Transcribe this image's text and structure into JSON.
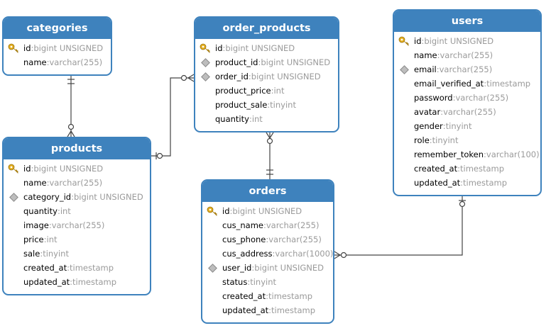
{
  "colors": {
    "header": "#3e82bd",
    "border": "#3e82bd",
    "line": "#444444",
    "key": "#e3ad1e",
    "type_text": "#9a9a9a"
  },
  "tables": {
    "categories": {
      "name": "categories",
      "fields": [
        {
          "name": "id",
          "type": "bigint UNSIGNED",
          "marker": "key-icon"
        },
        {
          "name": "name",
          "type": "varchar(255)",
          "marker": ""
        }
      ]
    },
    "order_products": {
      "name": "order_products",
      "fields": [
        {
          "name": "id",
          "type": "bigint UNSIGNED",
          "marker": "key-icon"
        },
        {
          "name": "product_id",
          "type": "bigint UNSIGNED",
          "marker": "foreign-key-diamond-icon"
        },
        {
          "name": "order_id",
          "type": "bigint UNSIGNED",
          "marker": "foreign-key-diamond-icon"
        },
        {
          "name": "product_price",
          "type": "int",
          "marker": ""
        },
        {
          "name": "product_sale",
          "type": "tinyint",
          "marker": ""
        },
        {
          "name": "quantity",
          "type": "int",
          "marker": ""
        }
      ]
    },
    "users": {
      "name": "users",
      "fields": [
        {
          "name": "id",
          "type": "bigint UNSIGNED",
          "marker": "key-icon"
        },
        {
          "name": "name",
          "type": "varchar(255)",
          "marker": ""
        },
        {
          "name": "email",
          "type": "varchar(255)",
          "marker": "foreign-key-diamond-icon"
        },
        {
          "name": "email_verified_at",
          "type": "timestamp",
          "marker": ""
        },
        {
          "name": "password",
          "type": "varchar(255)",
          "marker": ""
        },
        {
          "name": "avatar",
          "type": "varchar(255)",
          "marker": ""
        },
        {
          "name": "gender",
          "type": "tinyint",
          "marker": ""
        },
        {
          "name": "role",
          "type": "tinyint",
          "marker": ""
        },
        {
          "name": "remember_token",
          "type": "varchar(100)",
          "marker": ""
        },
        {
          "name": "created_at",
          "type": "timestamp",
          "marker": ""
        },
        {
          "name": "updated_at",
          "type": "timestamp",
          "marker": ""
        }
      ]
    },
    "products": {
      "name": "products",
      "fields": [
        {
          "name": "id",
          "type": "bigint UNSIGNED",
          "marker": "key-icon"
        },
        {
          "name": "name",
          "type": "varchar(255)",
          "marker": ""
        },
        {
          "name": "category_id",
          "type": "bigint UNSIGNED",
          "marker": "foreign-key-diamond-icon"
        },
        {
          "name": "quantity",
          "type": "int",
          "marker": ""
        },
        {
          "name": "image",
          "type": "varchar(255)",
          "marker": ""
        },
        {
          "name": "price",
          "type": "int",
          "marker": ""
        },
        {
          "name": "sale",
          "type": "tinyint",
          "marker": ""
        },
        {
          "name": "created_at",
          "type": "timestamp",
          "marker": ""
        },
        {
          "name": "updated_at",
          "type": "timestamp",
          "marker": ""
        }
      ]
    },
    "orders": {
      "name": "orders",
      "fields": [
        {
          "name": "id",
          "type": "bigint UNSIGNED",
          "marker": "key-icon"
        },
        {
          "name": "cus_name",
          "type": "varchar(255)",
          "marker": ""
        },
        {
          "name": "cus_phone",
          "type": "varchar(255)",
          "marker": ""
        },
        {
          "name": "cus_address",
          "type": "varchar(1000)",
          "marker": ""
        },
        {
          "name": "user_id",
          "type": "bigint UNSIGNED",
          "marker": "foreign-key-diamond-icon"
        },
        {
          "name": "status",
          "type": "tinyint",
          "marker": ""
        },
        {
          "name": "created_at",
          "type": "timestamp",
          "marker": ""
        },
        {
          "name": "updated_at",
          "type": "timestamp",
          "marker": ""
        }
      ]
    }
  },
  "relationships": [
    {
      "from": "categories",
      "to": "products",
      "from_end": "one-and-only-one",
      "to_end": "zero-or-many"
    },
    {
      "from": "products",
      "to": "order_products",
      "from_end": "zero-or-one",
      "to_end": "zero-or-many"
    },
    {
      "from": "order_products",
      "to": "orders",
      "from_end": "zero-or-many",
      "to_end": "one-and-only-one"
    },
    {
      "from": "users",
      "to": "orders",
      "from_end": "zero-or-one",
      "to_end": "zero-or-many"
    }
  ]
}
